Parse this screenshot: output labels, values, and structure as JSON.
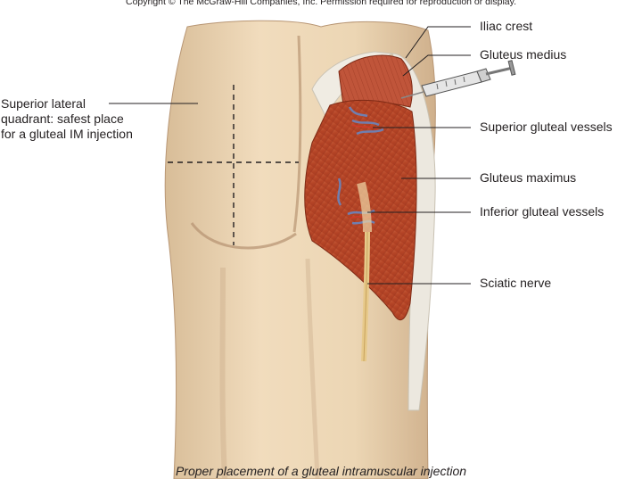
{
  "copyright": "Copyright © The McGraw-Hill Companies, Inc. Permission required for reproduction or display.",
  "left_label": {
    "lines": [
      "Superior lateral",
      "quadrant: safest place",
      "for a gluteal IM injection"
    ]
  },
  "labels": {
    "iliac_crest": "Iliac crest",
    "gluteus_medius": "Gluteus medius",
    "superior_gluteal_vessels": "Superior gluteal vessels",
    "gluteus_maximus": "Gluteus maximus",
    "inferior_gluteal_vessels": "Inferior gluteal vessels",
    "sciatic_nerve": "Sciatic nerve"
  },
  "caption": "Proper placement of a gluteal intramuscular injection",
  "colors": {
    "skin": "#ead4b2",
    "skin_shadow": "#c9a987",
    "muscle": "#b84a2c",
    "muscle_dark": "#8f2f1a",
    "fascia": "#e9e4da",
    "nerve": "#e7c98a",
    "vessel": "#6f7fb0"
  }
}
